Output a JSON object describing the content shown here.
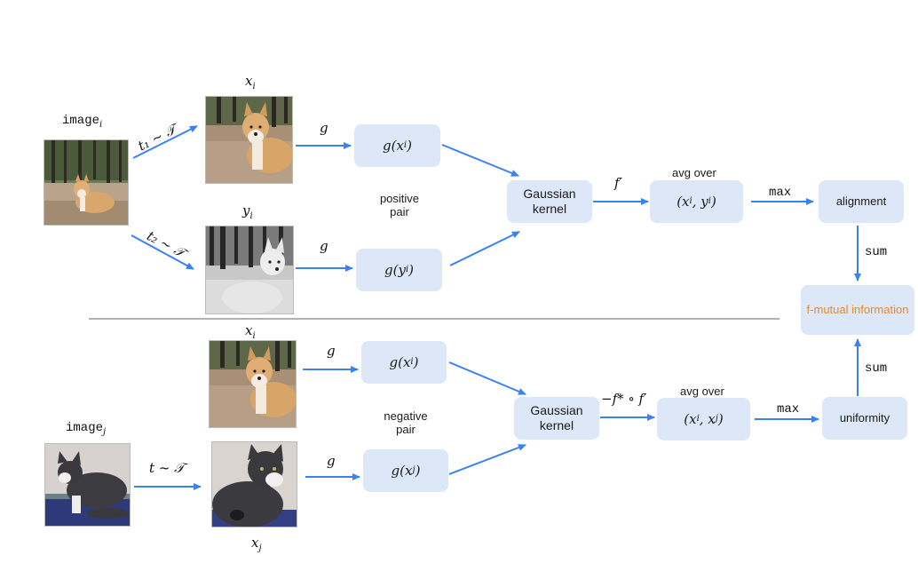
{
  "diagram": {
    "top_row": {
      "source_label": "image",
      "source_sub": "i",
      "aug1_label": "t₁ ~ 𝒯",
      "aug2_label": "t₂ ~ 𝒯",
      "view1_label": "x",
      "view1_sub": "i",
      "view2_label": "y",
      "view2_sub": "i",
      "encoder_label_1": "g",
      "encoder_label_2": "g",
      "embed1": "g(x",
      "embed1_sub": "i",
      "embed2": "g(y",
      "embed2_sub": "i",
      "pair_label_line1": "positive",
      "pair_label_line2": "pair",
      "kernel_line1": "Gaussian",
      "kernel_line2": "kernel",
      "fn_label": "f′",
      "avg_label": "avg over",
      "avg_pair": "(x",
      "avg_pair_sub1": "i",
      "avg_pair_mid": ", y",
      "avg_pair_sub2": "i",
      "max_label": "max",
      "result": "alignment",
      "sum_label": "sum"
    },
    "center": {
      "result": "f-mutual information",
      "result_color": "#e8892b"
    },
    "bottom_row": {
      "source_label": "image",
      "source_sub": "j",
      "aug_label": "t ~ 𝒯",
      "view1_label": "x",
      "view1_sub": "i",
      "view2_label": "x",
      "view2_sub": "j",
      "encoder_label_1": "g",
      "encoder_label_2": "g",
      "embed1": "g(x",
      "embed1_sub": "i",
      "embed2": "g(x",
      "embed2_sub": "j",
      "pair_label_line1": "negative",
      "pair_label_line2": "pair",
      "kernel_line1": "Gaussian",
      "kernel_line2": "kernel",
      "fn_label": "−f* ∘ f′",
      "avg_label": "avg over",
      "avg_pair": "(x",
      "avg_pair_sub1": "i",
      "avg_pair_mid": ", x",
      "avg_pair_sub2": "j",
      "max_label": "max",
      "result": "uniformity",
      "sum_label": "sum"
    },
    "colors": {
      "box_fill": "#dce7f7",
      "arrow": "#3b82f0",
      "divider": "#999999"
    },
    "images": {
      "dog_original": "corgi photo in forest",
      "dog_crop": "corgi crop (color)",
      "dog_gray": "corgi crop (grayscale)",
      "cat_original": "gray and white cat photo",
      "cat_crop": "cat crop"
    }
  }
}
